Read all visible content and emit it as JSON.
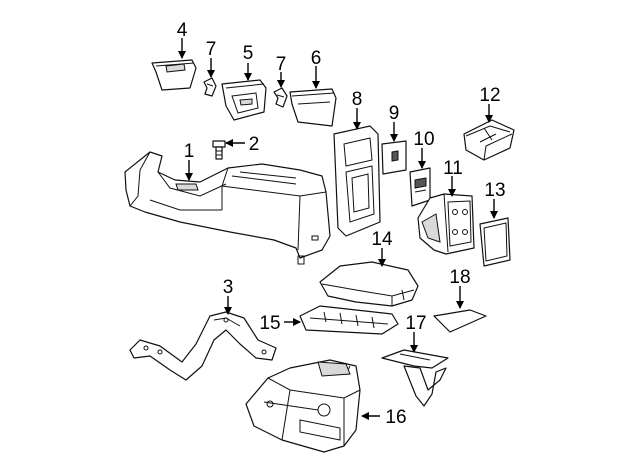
{
  "diagram": {
    "callouts": [
      {
        "id": "1",
        "label": "1"
      },
      {
        "id": "2",
        "label": "2"
      },
      {
        "id": "3",
        "label": "3"
      },
      {
        "id": "4",
        "label": "4"
      },
      {
        "id": "5",
        "label": "5"
      },
      {
        "id": "6",
        "label": "6"
      },
      {
        "id": "7a",
        "label": "7"
      },
      {
        "id": "7b",
        "label": "7"
      },
      {
        "id": "8",
        "label": "8"
      },
      {
        "id": "9",
        "label": "9"
      },
      {
        "id": "10",
        "label": "10"
      },
      {
        "id": "11",
        "label": "11"
      },
      {
        "id": "12",
        "label": "12"
      },
      {
        "id": "13",
        "label": "13"
      },
      {
        "id": "14",
        "label": "14"
      },
      {
        "id": "15",
        "label": "15"
      },
      {
        "id": "16",
        "label": "16"
      },
      {
        "id": "17",
        "label": "17"
      },
      {
        "id": "18",
        "label": "18"
      }
    ]
  }
}
